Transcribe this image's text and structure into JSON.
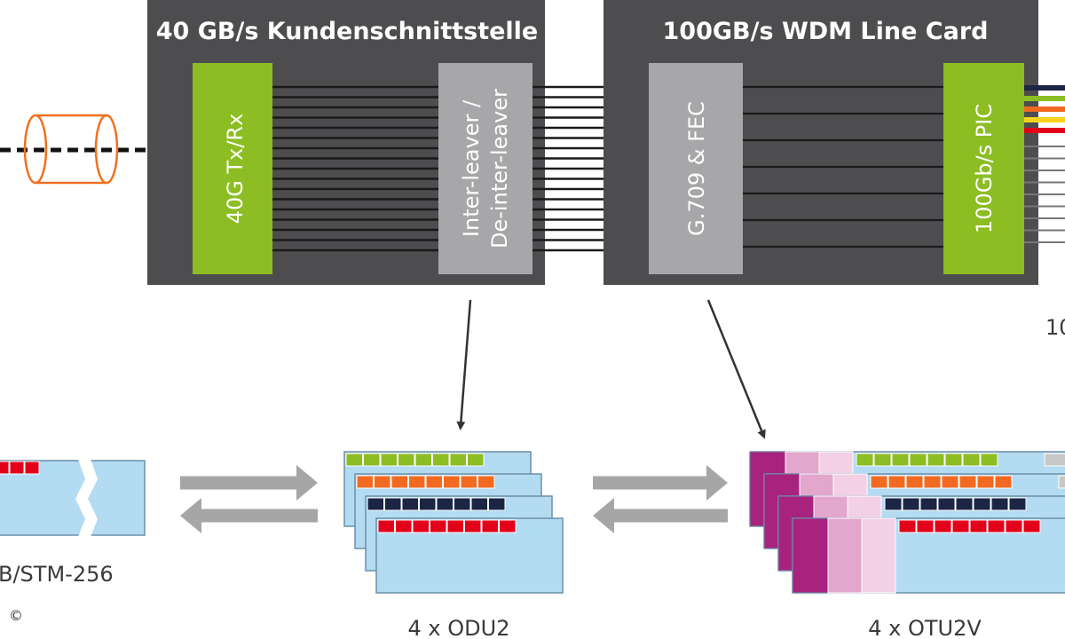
{
  "boxes": {
    "client_interface": {
      "title": "40 GB/s Kundenschnittstelle",
      "txrx_label": "40G Tx/Rx",
      "interleaver_label_line1": "Inter-leaver /",
      "interleaver_label_line2": "De-inter-leaver"
    },
    "line_card": {
      "title": "100GB/s WDM Line Card",
      "fec_label": "G.709 & FEC",
      "pic_label": "100Gb/s PIC",
      "cut_label": "10"
    }
  },
  "frames": {
    "stm_label": "B/STM-256",
    "odu_label": "4 x ODU2",
    "otu_label": "4 x OTU2V"
  },
  "copyright": "©",
  "colors": {
    "box_dark": "#4d4d4f",
    "green": "#8cbd23",
    "grey_block": "#a7a7a9",
    "frame_blue": "#b3dbf2",
    "red": "#e2001a",
    "orange": "#f26a22",
    "navy": "#1d2545",
    "magenta": "#a8237e",
    "pink_mid": "#e3a6cd",
    "pink_light": "#f2d1e6",
    "cable_orange": "#f07020",
    "arrow_grey": "#a6a6a6"
  }
}
